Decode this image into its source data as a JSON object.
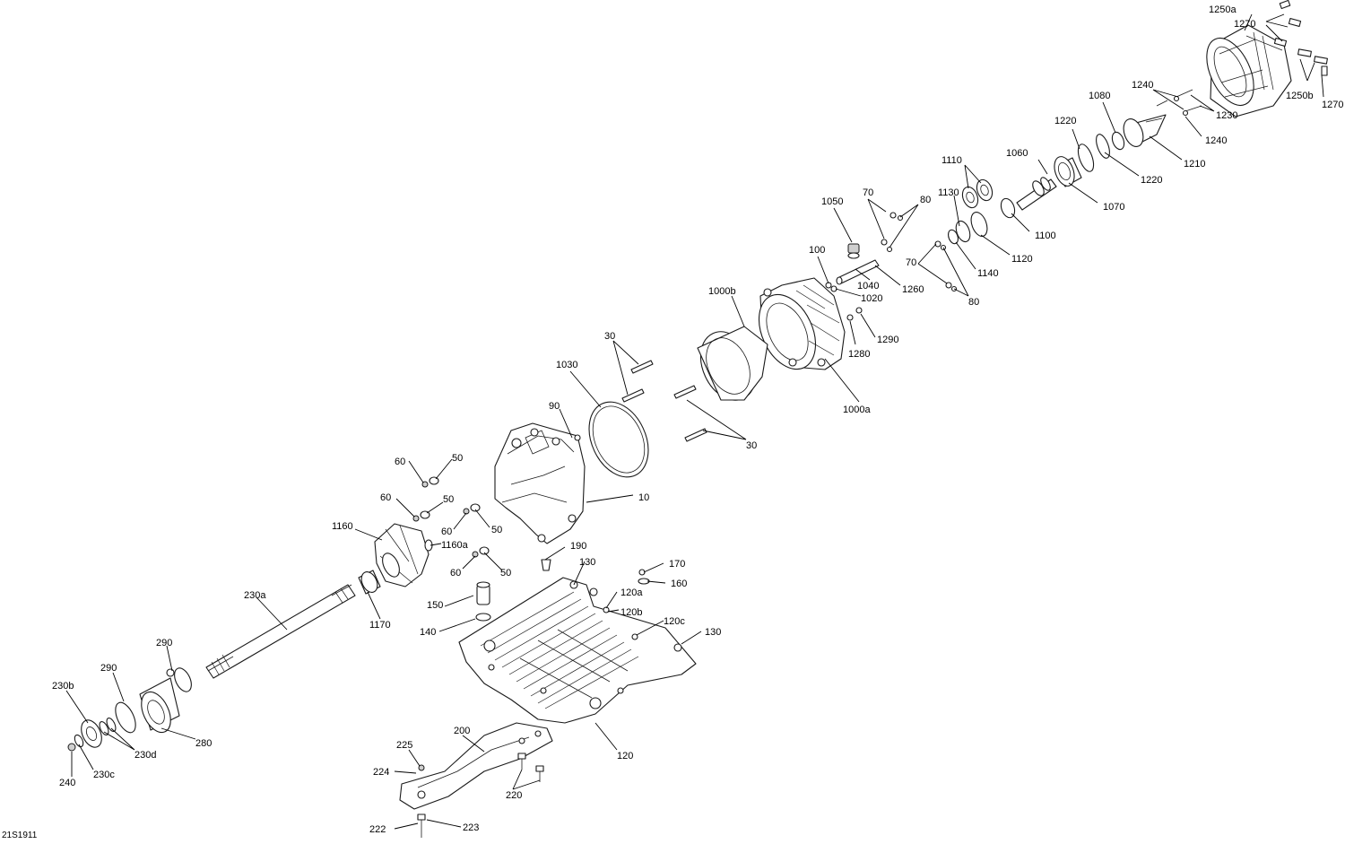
{
  "diagram": {
    "reference_code": "21S1911",
    "callouts": {
      "c_1250a": "1250a",
      "c_1270_top": "1270",
      "c_1250b": "1250b",
      "c_1270_right": "1270",
      "c_1240_top": "1240",
      "c_1230": "1230",
      "c_1240_bottom": "1240",
      "c_1080": "1080",
      "c_1210": "1210",
      "c_1220_top": "1220",
      "c_1220_bottom": "1220",
      "c_1110": "1110",
      "c_1060": "1060",
      "c_1070": "1070",
      "c_1100": "1100",
      "c_1130": "1130",
      "c_1120": "1120",
      "c_1140": "1140",
      "c_70_top": "70",
      "c_80_top": "80",
      "c_70_mid": "70",
      "c_80_mid": "80",
      "c_1050": "1050",
      "c_100": "100",
      "c_1040": "1040",
      "c_1260": "1260",
      "c_1020": "1020",
      "c_1000b": "1000b",
      "c_1290": "1290",
      "c_1280": "1280",
      "c_1000a": "1000a",
      "c_30_top": "30",
      "c_30_bottom": "30",
      "c_1030": "1030",
      "c_90": "90",
      "c_10": "10",
      "c_60_a": "60",
      "c_50_a": "50",
      "c_60_b": "60",
      "c_50_b": "50",
      "c_60_c": "60",
      "c_50_c": "50",
      "c_60_d": "60",
      "c_50_d": "50",
      "c_1160": "1160",
      "c_1160a": "1160a",
      "c_1170": "1170",
      "c_230a": "230a",
      "c_190": "190",
      "c_130_top": "130",
      "c_170": "170",
      "c_160": "160",
      "c_120a": "120a",
      "c_120b": "120b",
      "c_120c": "120c",
      "c_130_right": "130",
      "c_150": "150",
      "c_140": "140",
      "c_120": "120",
      "c_290_top": "290",
      "c_290_mid": "290",
      "c_230b": "230b",
      "c_280": "280",
      "c_230d": "230d",
      "c_230c": "230c",
      "c_240": "240",
      "c_200": "200",
      "c_225": "225",
      "c_224": "224",
      "c_220": "220",
      "c_222": "222",
      "c_223": "223"
    }
  }
}
